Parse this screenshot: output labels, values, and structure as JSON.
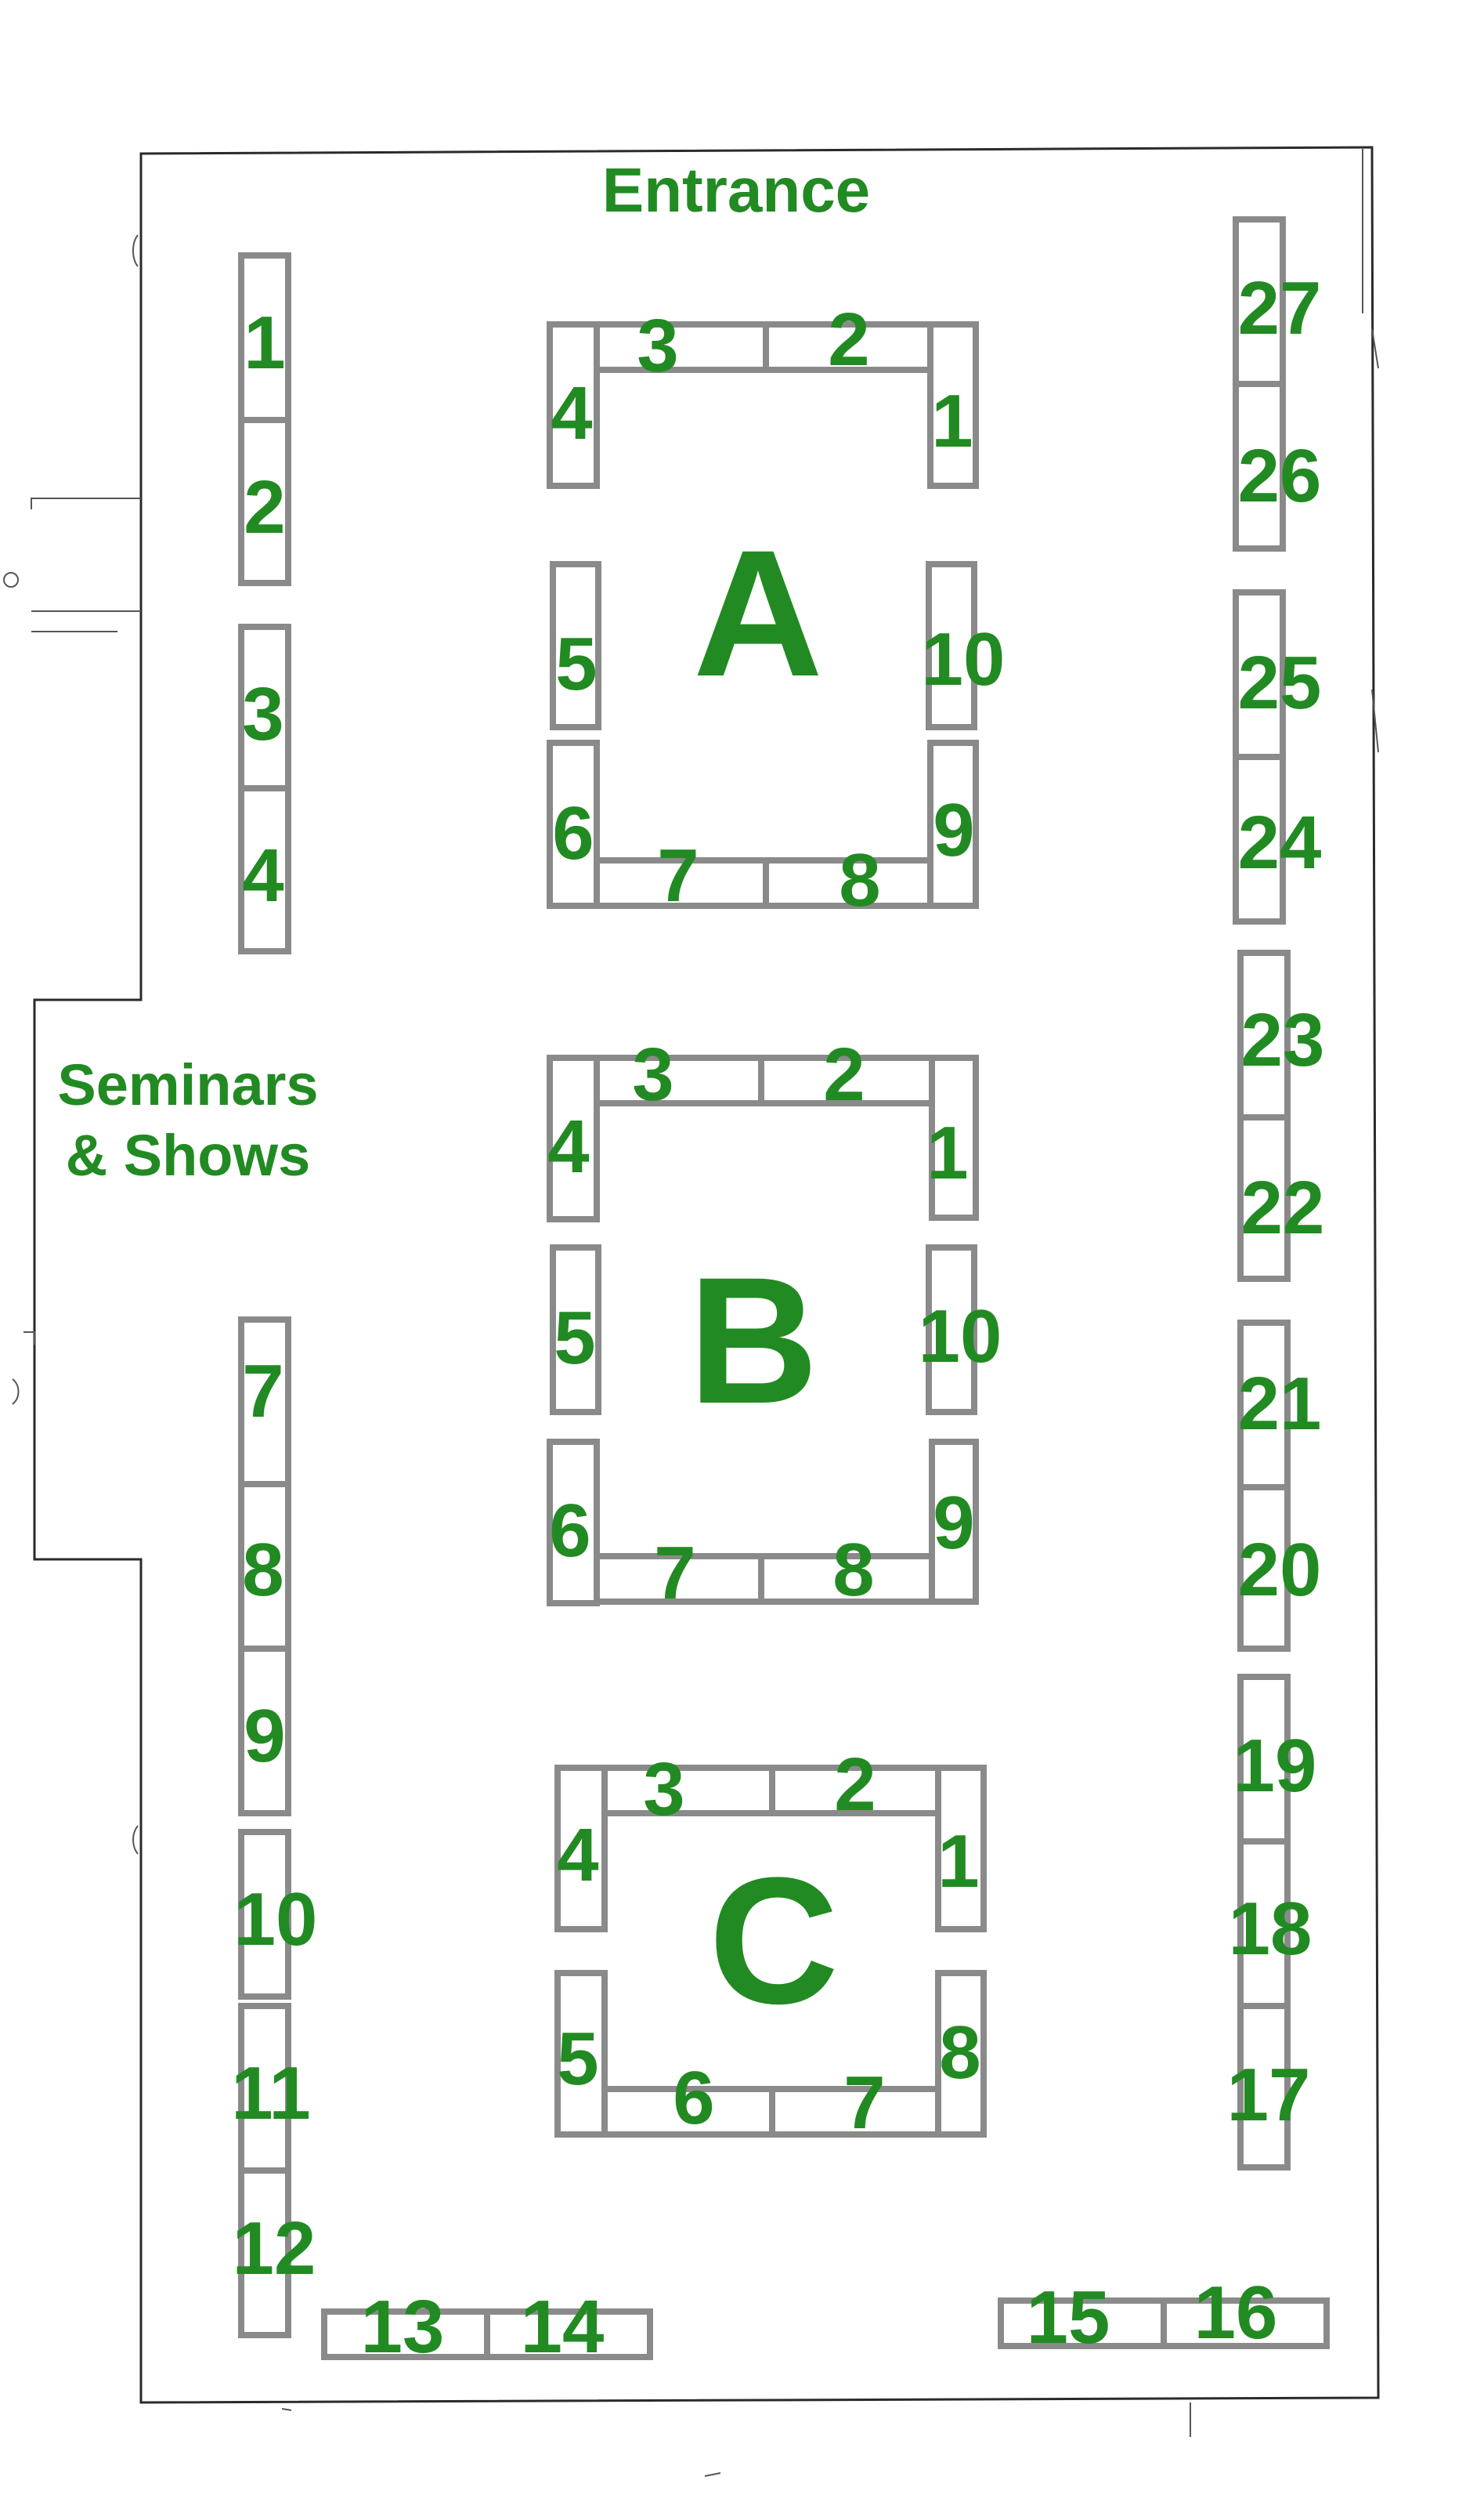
{
  "labels": {
    "entrance": "Entrance",
    "seminars_line1": "Seminars",
    "seminars_line2": "& Shows"
  },
  "islands": [
    {
      "letter": "A",
      "booths": [
        "1",
        "2",
        "3",
        "4",
        "5",
        "6",
        "7",
        "8",
        "9",
        "10"
      ]
    },
    {
      "letter": "B",
      "booths": [
        "1",
        "2",
        "3",
        "4",
        "5",
        "6",
        "7",
        "8",
        "9",
        "10"
      ]
    },
    {
      "letter": "C",
      "booths": [
        "1",
        "2",
        "3",
        "4",
        "5",
        "6",
        "7",
        "8"
      ]
    }
  ],
  "left_wall_booths": [
    "1",
    "2",
    "3",
    "4",
    "7",
    "8",
    "9",
    "10",
    "11",
    "12"
  ],
  "bottom_booths": [
    "13",
    "14",
    "15",
    "16"
  ],
  "right_wall_booths": [
    "27",
    "26",
    "25",
    "24",
    "23",
    "22",
    "21",
    "20",
    "19",
    "18",
    "17"
  ],
  "colors": {
    "label": "#228a22",
    "booth_outline": "#8a8a8a",
    "wall": "#2a2a2a"
  }
}
